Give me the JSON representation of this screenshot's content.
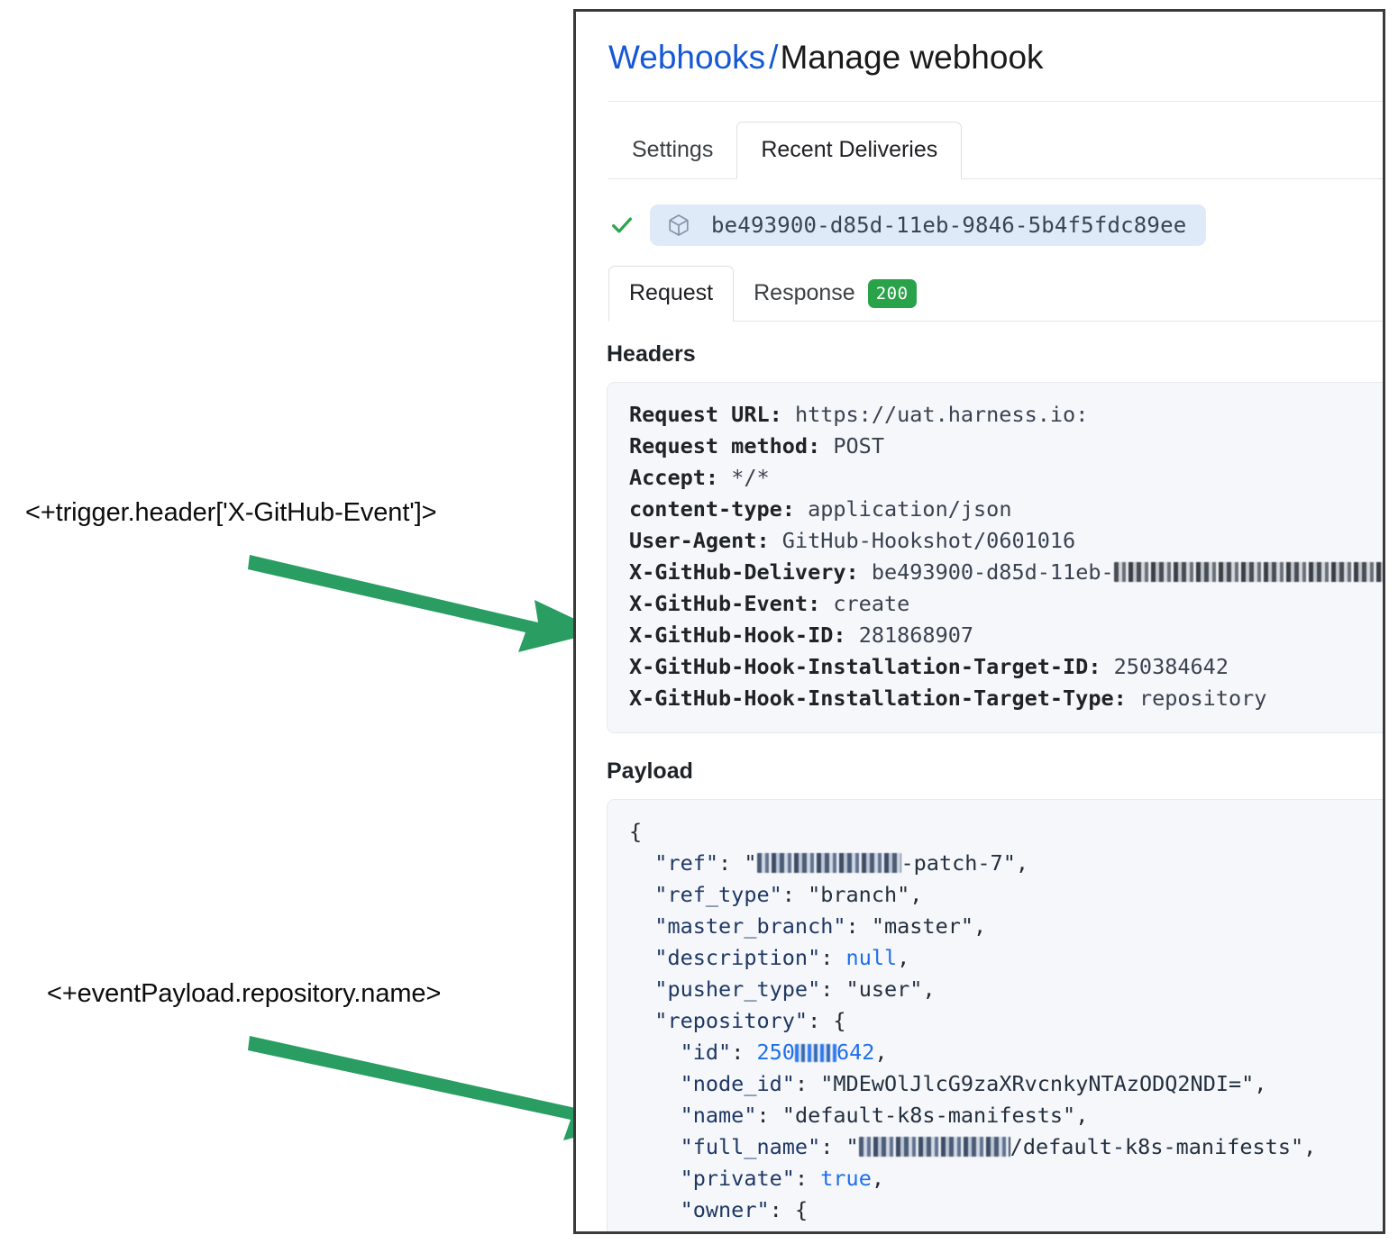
{
  "annotations": [
    {
      "name": "trigger-header-expression",
      "text": "<+trigger.header['X-GitHub-Event']>"
    },
    {
      "name": "event-payload-expression",
      "text": "<+eventPayload.repository.name>"
    }
  ],
  "panel": {
    "breadcrumb": {
      "parent": "Webhooks",
      "separator": "/",
      "current": "Manage webhook"
    },
    "tabs": [
      {
        "label": "Settings",
        "active": false
      },
      {
        "label": "Recent Deliveries",
        "active": true
      }
    ],
    "delivery": {
      "status_icon": "check-icon",
      "package_icon": "cube-icon",
      "id": "be493900-d85d-11eb-9846-5b4f5fdc89ee"
    },
    "subtabs": [
      {
        "label": "Request",
        "active": true,
        "badge": null
      },
      {
        "label": "Response",
        "active": false,
        "badge": "200"
      }
    ],
    "headers_section": {
      "title": "Headers",
      "rows": [
        {
          "key": "Request URL:",
          "value": "https://uat.harness.io:"
        },
        {
          "key": "Request method:",
          "value": "POST"
        },
        {
          "key": "Accept:",
          "value": "*/*"
        },
        {
          "key": "content-type:",
          "value": "application/json"
        },
        {
          "key": "User-Agent:",
          "value": "GitHub-Hookshot/0601016"
        },
        {
          "key": "X-GitHub-Delivery:",
          "value": "be493900-d85d-11eb-",
          "redacted_tail": true
        },
        {
          "key": "X-GitHub-Event:",
          "value": "create"
        },
        {
          "key": "X-GitHub-Hook-ID:",
          "value": "281868907"
        },
        {
          "key": "X-GitHub-Hook-Installation-Target-ID:",
          "value": "250384642"
        },
        {
          "key": "X-GitHub-Hook-Installation-Target-Type:",
          "value": "repository"
        }
      ]
    },
    "payload_section": {
      "title": "Payload",
      "lines": [
        "{",
        "  \"ref\": \"[redacted]-patch-7\",",
        "  \"ref_type\": \"branch\",",
        "  \"master_branch\": \"master\",",
        "  \"description\": null,",
        "  \"pusher_type\": \"user\",",
        "  \"repository\": {",
        "    \"id\": 250[redacted]642,",
        "    \"node_id\": \"MDEwOlJlcG9zaXRvcnkyNTAzODQ2NDI=\",",
        "    \"name\": \"default-k8s-manifests\",",
        "    \"full_name\": \"[redacted]/default-k8s-manifests\",",
        "    \"private\": true,",
        "    \"owner\": {"
      ]
    }
  },
  "colors": {
    "link_blue": "#1558d6",
    "arrow_green": "#2a9d62",
    "badge_green": "#2aa24a",
    "chip_blue_bg": "#dfeaf9",
    "code_bg": "#f5f7fa",
    "panel_border": "#3a3a3a"
  }
}
